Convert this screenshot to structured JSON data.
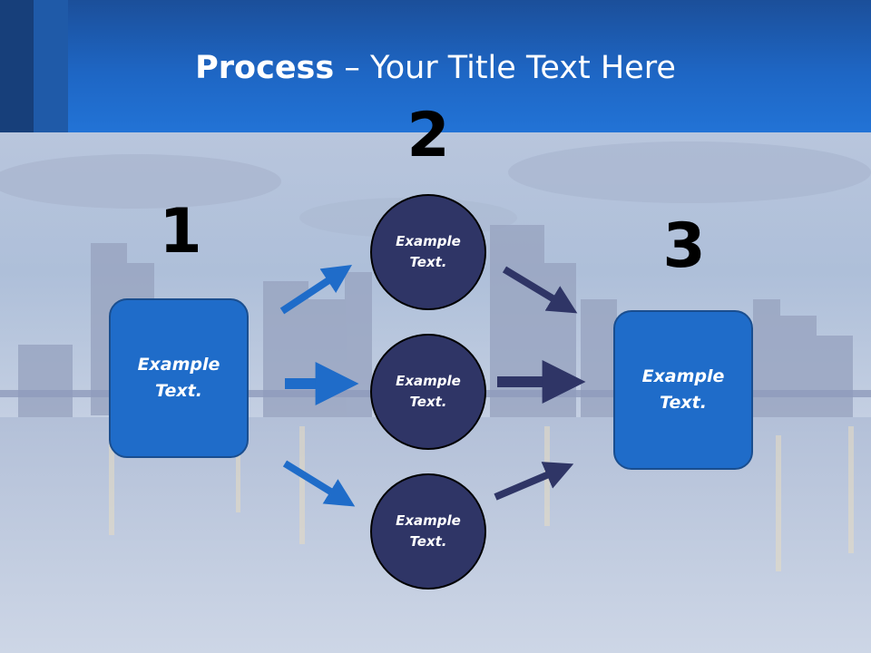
{
  "slide": {
    "title_bold": "Process",
    "title_rest": " – Your Title Text Here"
  },
  "steps": {
    "step1": {
      "number": "1",
      "text": "Example\nText."
    },
    "step2": {
      "number": "2",
      "circles": [
        {
          "text": "Example\nText."
        },
        {
          "text": "Example\nText."
        },
        {
          "text": "Example\nText."
        }
      ]
    },
    "step3": {
      "number": "3",
      "text": "Example\nText."
    }
  },
  "colors": {
    "header": "#1e66c4",
    "box_fill": "#1f6cc9",
    "circle_fill": "#2f3566",
    "arrow_blue": "#1f6cc9",
    "arrow_navy": "#2f3566"
  }
}
